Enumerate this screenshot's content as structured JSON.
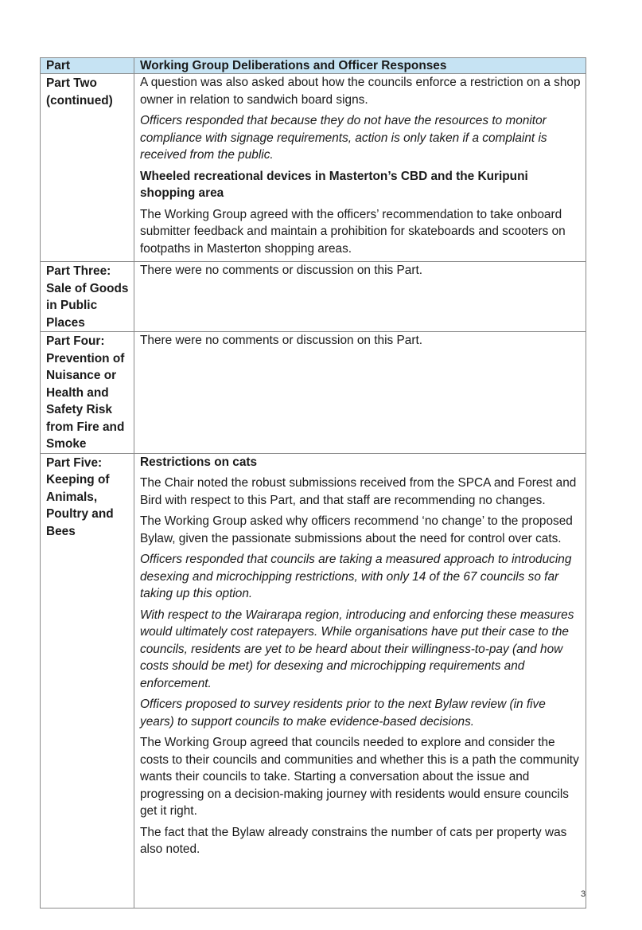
{
  "table": {
    "headers": [
      "Part",
      "Working Group Deliberations and Officer Responses"
    ],
    "rows": [
      {
        "part": "Part Two (continued)",
        "paragraphs": [
          {
            "style": "normal",
            "text": "A question was also asked about how the councils enforce a restriction on a shop owner in relation to sandwich board signs."
          },
          {
            "style": "italic",
            "text": "Officers responded that because they do not have the resources to monitor compliance with signage requirements, action is only taken if a complaint is received from the public."
          },
          {
            "style": "bold",
            "text": "Wheeled recreational devices in Masterton’s CBD and the Kuripuni shopping area"
          },
          {
            "style": "normal",
            "text": "The Working Group agreed with the officers’ recommendation to take onboard submitter feedback and maintain a prohibition for skateboards and scooters on footpaths in Masterton shopping areas."
          }
        ]
      },
      {
        "part": "Part Three: Sale of Goods in Public Places",
        "paragraphs": [
          {
            "style": "normal",
            "text": "There were no comments or discussion on this Part."
          }
        ]
      },
      {
        "part": "Part Four: Prevention of Nuisance or Health and Safety Risk from Fire and Smoke",
        "paragraphs": [
          {
            "style": "normal",
            "text": "There were no comments or discussion on this Part."
          }
        ]
      },
      {
        "part": "Part Five: Keeping of Animals, Poultry and Bees",
        "paragraphs": [
          {
            "style": "bold",
            "text": "Restrictions on cats"
          },
          {
            "style": "normal",
            "text": "The Chair noted the robust submissions received from the SPCA and Forest and Bird with respect to this Part, and that staff are recommending no changes."
          },
          {
            "style": "normal",
            "text": "The Working Group asked why officers recommend ‘no change’ to the proposed Bylaw, given the passionate submissions about the need for control over cats."
          },
          {
            "style": "italic",
            "text": "Officers responded that councils are taking a measured approach to introducing desexing and microchipping restrictions, with only 14 of the 67 councils so far taking up this option."
          },
          {
            "style": "italic",
            "text": "With respect to the Wairarapa region, introducing and enforcing these measures would ultimately cost ratepayers. While organisations have put their case to the councils, residents are yet to be heard about their willingness-to-pay (and how costs should be met) for desexing and microchipping requirements and enforcement."
          },
          {
            "style": "italic",
            "text": "Officers proposed to survey residents prior to the next Bylaw review (in five years) to support councils to make evidence-based decisions."
          },
          {
            "style": "normal",
            "text": "The Working Group agreed that councils needed to explore and consider the costs to their councils and communities and whether this is a path the community wants their councils to take. Starting a conversation about the issue and progressing on a decision-making journey with residents would ensure councils get it right."
          },
          {
            "style": "normal",
            "text": "The fact that the Bylaw already constrains the number of cats per property was also noted."
          }
        ]
      }
    ]
  },
  "page_number": "3",
  "colors": {
    "header_bg": "#c6e3f3",
    "border": "#8a8a8a"
  }
}
